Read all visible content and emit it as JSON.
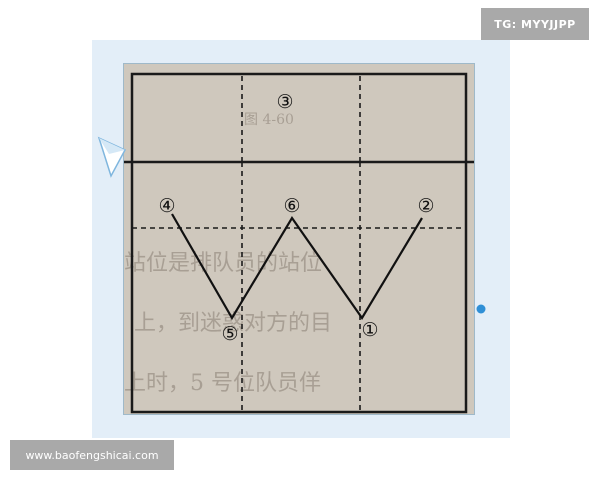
{
  "watermark": {
    "tg_text": "TG: MYYJJPP",
    "site_url": "www.baofengshicai.com"
  },
  "diagram": {
    "positions": {
      "p1": "①",
      "p2": "②",
      "p3": "③",
      "p4": "④",
      "p5": "⑤",
      "p6": "⑥"
    },
    "background_text": {
      "figure_label": "图 4-60",
      "line_1": "站位是排队员的站位",
      "line_2": "上，到迷惑对方的目",
      "line_3": "上时，5 号位队员佯"
    }
  },
  "icons": {
    "side_arrow": "paper-plane-arrow-icon",
    "side_dot": "blue-dot-icon"
  },
  "colors": {
    "photo_bg": "#cfc8bd",
    "frame_bg": "#e3eef8",
    "ink": "#111111",
    "badge_bg": "#a9a9a9",
    "accent_blue": "#2f8fd6"
  }
}
